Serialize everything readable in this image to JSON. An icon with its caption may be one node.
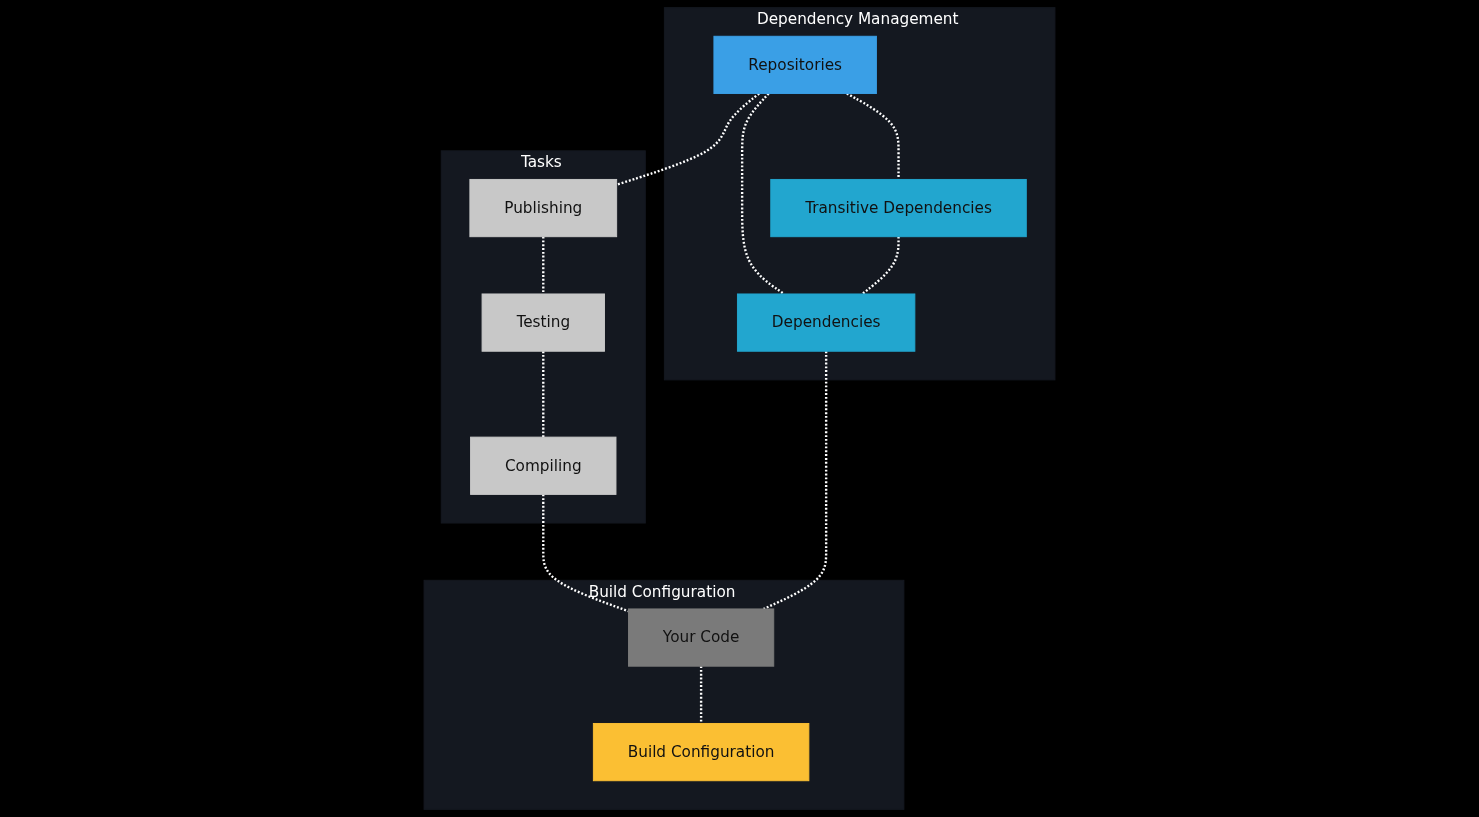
{
  "diagram": {
    "nodes": [
      {
        "text": [
          "Tasks"
        ]
      },
      {
        "text": [
          "Publishing"
        ],
        "in": 0
      },
      {
        "text": [
          "Testing"
        ],
        "in": 0
      },
      {
        "text": [
          "Compiling"
        ],
        "in": 0
      },
      {
        "text": [
          "Dependency Management"
        ]
      },
      {
        "text": [
          "Repositories"
        ],
        "in": 4
      },
      {
        "text": [
          "Transitive Dependencies"
        ],
        "in": 4
      },
      {
        "text": [
          "Dependencies"
        ],
        "in": 4
      },
      {
        "text": [
          "Build Configuration"
        ]
      },
      {
        "text": [
          "Your Code"
        ],
        "in": 8
      },
      {
        "text": [
          "Build Configuration"
        ],
        "in": 8
      }
    ],
    "edges": [
      {
        "from": 5,
        "to": 1,
        "arrow": "none",
        "style": "dashed"
      },
      {
        "from": 1,
        "to": 2,
        "arrow": "none",
        "style": "dashed"
      },
      {
        "from": 2,
        "to": 3,
        "arrow": "none",
        "style": "dashed"
      },
      {
        "from": 3,
        "to": 9,
        "arrow": "none",
        "style": "dashed"
      },
      {
        "from": 5,
        "to": 7,
        "arrow": "none",
        "style": "dashed"
      },
      {
        "from": 5,
        "to": 6,
        "arrow": "none",
        "style": "dashed"
      },
      {
        "from": 6,
        "to": 7,
        "arrow": "none",
        "style": "dashed"
      },
      {
        "from": 7,
        "to": 9,
        "arrow": "none",
        "style": "dashed"
      },
      {
        "from": 9,
        "to": 10,
        "arrow": "none",
        "style": "dashed"
      }
    ]
  }
}
